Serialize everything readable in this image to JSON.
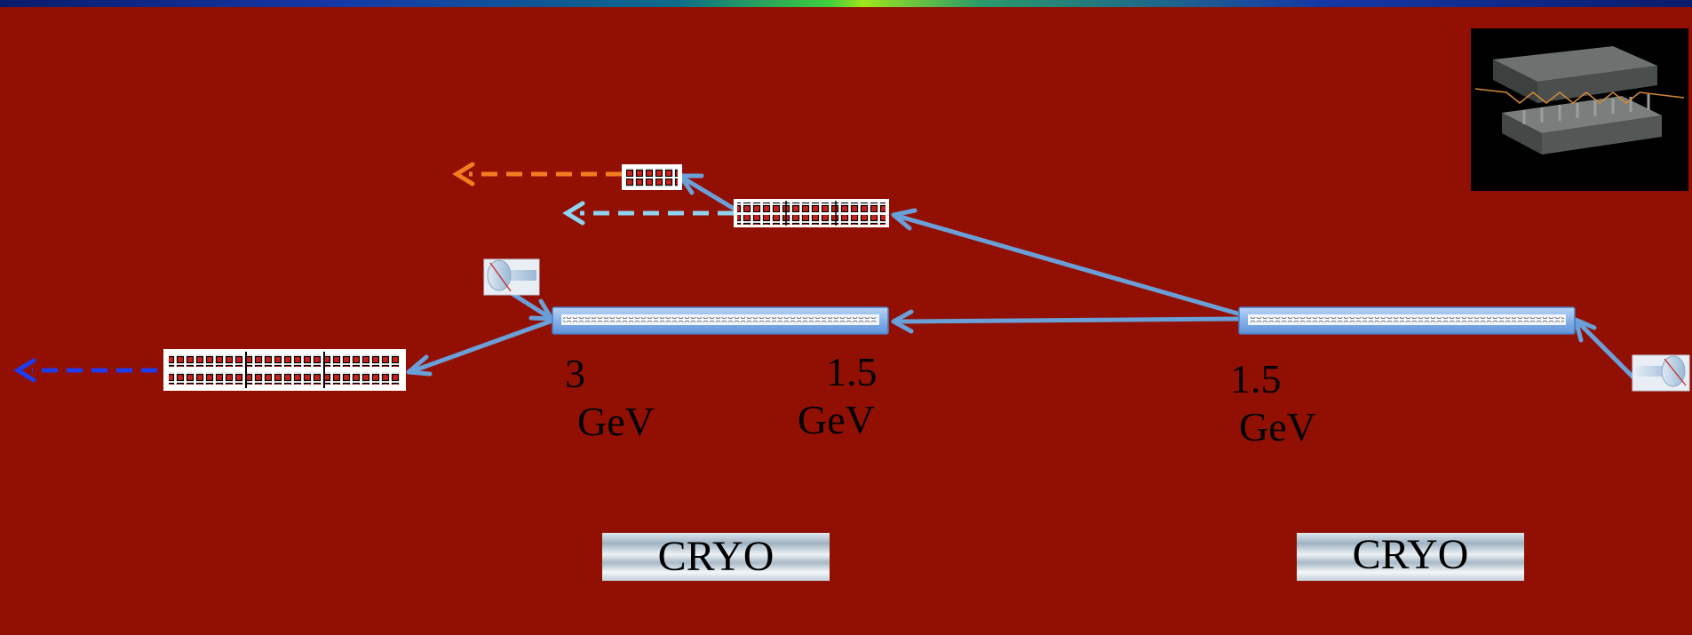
{
  "colors": {
    "background": "#921003",
    "arrow": "#6a9fd8",
    "dash_orange": "#f47b20",
    "dash_lightblue": "#8fd3f2",
    "dash_blue": "#1e3cf0",
    "undulator_cell_red": "#c8201a",
    "linac_blue": "#8fb8ee"
  },
  "labels": {
    "energy_a_num": "3",
    "energy_a_unit": "GeV",
    "energy_b_num": "1.5",
    "energy_b_unit": "GeV",
    "energy_c_num": "1.5",
    "energy_c_unit": "GeV",
    "cryo_left": "CRYO",
    "cryo_right": "CRYO"
  },
  "icons": {
    "photo": "undulator-photo-icon",
    "gun_left": "electron-gun-icon",
    "gun_right": "electron-gun-icon"
  }
}
